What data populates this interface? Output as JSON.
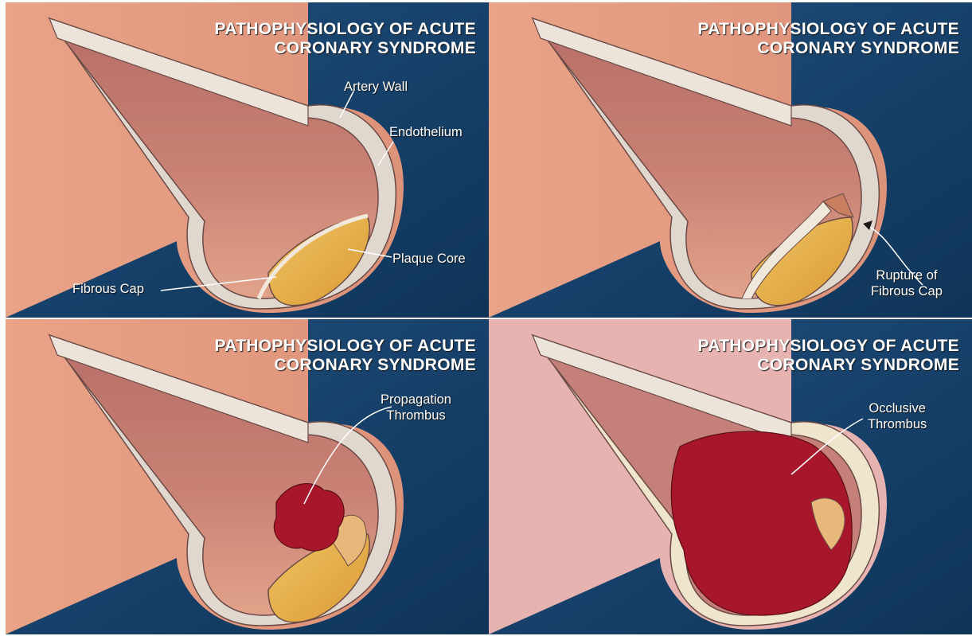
{
  "panels": [
    {
      "title_line1": "PATHOPHYSIOLOGY OF ACUTE",
      "title_line2": "CORONARY SYNDROME",
      "labels": {
        "artery_wall": "Artery Wall",
        "endothelium": "Endothelium",
        "plaque_core": "Plaque Core",
        "fibrous_cap": "Fibrous Cap"
      }
    },
    {
      "title_line1": "PATHOPHYSIOLOGY OF ACUTE",
      "title_line2": "CORONARY SYNDROME",
      "labels": {
        "rupture_line1": "Rupture of",
        "rupture_line2": "Fibrous Cap"
      }
    },
    {
      "title_line1": "PATHOPHYSIOLOGY OF ACUTE",
      "title_line2": "CORONARY SYNDROME",
      "labels": {
        "thrombus_line1": "Propagation",
        "thrombus_line2": "Thrombus"
      }
    },
    {
      "title_line1": "PATHOPHYSIOLOGY OF ACUTE",
      "title_line2": "CORONARY SYNDROME",
      "labels": {
        "thrombus_line1": "Occlusive",
        "thrombus_line2": "Thrombus"
      }
    }
  ],
  "colors": {
    "background_navy": "#17426b",
    "vessel_outer": "#e59a80",
    "lumen_inner": "#c97e72",
    "wall_ring": "#e0d8cf",
    "plaque_core": "#e8b550",
    "thrombus_red": "#a8162c"
  }
}
